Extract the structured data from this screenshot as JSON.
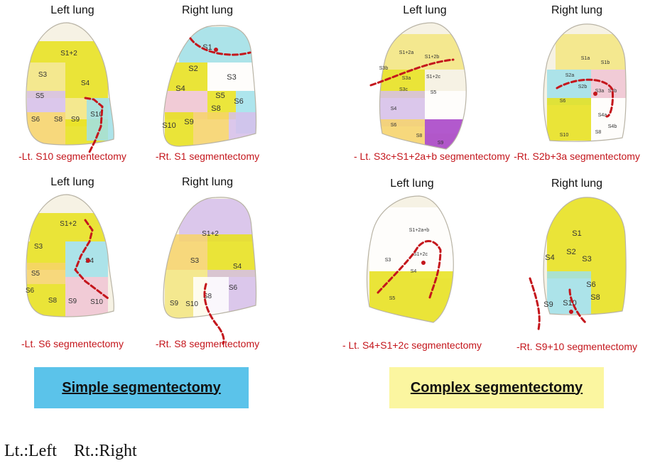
{
  "panels": [
    {
      "id": "lt-s10",
      "group": "simple",
      "title": "Left lung",
      "caption": "-Lt. S10 segmentectomy",
      "segments": [
        "S1+2",
        "S3",
        "S4",
        "S5",
        "S6",
        "S8",
        "S9",
        "S10"
      ]
    },
    {
      "id": "rt-s1",
      "group": "simple",
      "title": "Right lung",
      "caption": "-Rt. S1 segmentectomy",
      "segments": [
        "S1",
        "S2",
        "S3",
        "S4",
        "S5",
        "S6",
        "S8",
        "S9",
        "S10"
      ]
    },
    {
      "id": "lt-s6",
      "group": "simple",
      "title": "Left lung",
      "caption": "-Lt. S6 segmentectomy",
      "segments": [
        "S1+2",
        "S3",
        "S4",
        "S5",
        "S6",
        "S8",
        "S9",
        "S10"
      ]
    },
    {
      "id": "rt-s8",
      "group": "simple",
      "title": "Right lung",
      "caption": "-Rt. S8 segmentectomy",
      "segments": [
        "S1+2",
        "S3",
        "S4",
        "S6",
        "S8",
        "S9",
        "S10"
      ]
    },
    {
      "id": "lt-s3c",
      "group": "complex",
      "title": "Left lung",
      "caption": "- Lt. S3c+S1+2a+b segmentectomy",
      "segments": [
        "S1+2a",
        "S1+2b",
        "S1+2c",
        "S3a",
        "S3b",
        "S3c",
        "S4",
        "S5",
        "S6",
        "S8",
        "S9"
      ]
    },
    {
      "id": "rt-s2b",
      "group": "complex",
      "title": "Right lung",
      "caption": "-Rt. S2b+3a segmentectomy",
      "segments": [
        "S1a",
        "S1b",
        "S2a",
        "S2b",
        "S3a",
        "S3b",
        "S4a",
        "S4b",
        "S6",
        "S8",
        "S10"
      ]
    },
    {
      "id": "lt-s4",
      "group": "complex",
      "title": "Left lung",
      "caption": "- Lt. S4+S1+2c segmentectomy",
      "segments": [
        "S1+2a+b",
        "S1+2c",
        "S3",
        "S4",
        "S5"
      ]
    },
    {
      "id": "rt-s9",
      "group": "complex",
      "title": "Right lung",
      "caption": "-Rt. S9+10 segmentectomy",
      "segments": [
        "S1",
        "S2",
        "S3",
        "S4",
        "S6",
        "S8",
        "S9",
        "S10"
      ]
    }
  ],
  "banners": {
    "simple": {
      "label": "Simple segmentectomy",
      "color": "#5bc3ea"
    },
    "complex": {
      "label": "Complex segmentectomy",
      "color": "#fbf6a0"
    }
  },
  "legend": "Lt.:Left    Rt.:Right",
  "colors": {
    "cut_line": "#c4161c",
    "caption": "#c4161c",
    "segment_palette": [
      "#e8e21a",
      "#f3e680",
      "#9fe0ea",
      "#f0c4d4",
      "#d6c0ec",
      "#f7d36a",
      "#ffffff",
      "#a43cc4"
    ]
  }
}
